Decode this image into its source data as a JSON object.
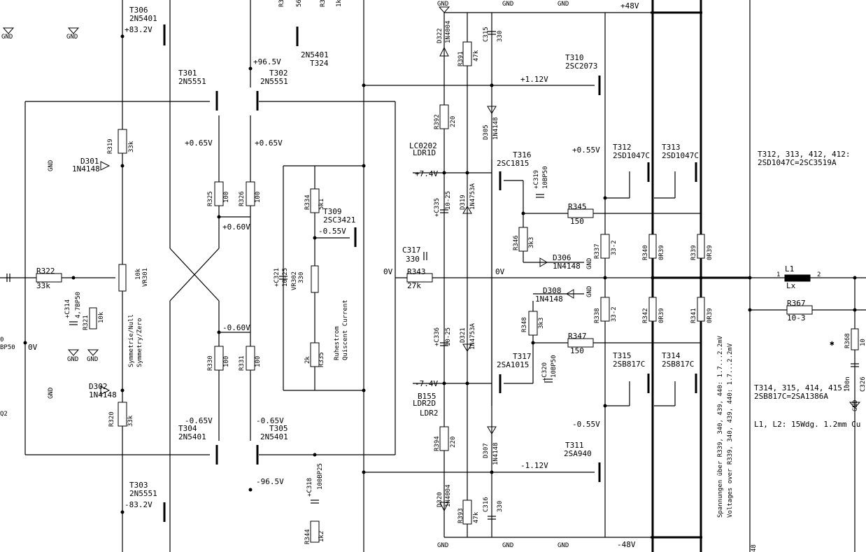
{
  "labels": {
    "gnd": "GND",
    "plus48": "+48V",
    "minus48": "-48V",
    "T306": "T306",
    "T306_type": "2N5401",
    "v_83_2p": "+83.2V",
    "T301": "T301",
    "T301_type": "2N5551",
    "T302": "T302",
    "T302_type": "2N5551",
    "T324": "T324",
    "T324_type": "2N5401",
    "v_96_5p": "+96.5V",
    "v_0_65p_a": "+0.65V",
    "v_0_65p_b": "+0.65V",
    "v_0_60p": "+0.60V",
    "R319": "R319",
    "R319_v": "33k",
    "D301": "D301",
    "D301_type": "1N4148",
    "R325": "R325",
    "R325_v": "100",
    "R326": "R326",
    "R326_v": "100",
    "R322": "R322",
    "R322_v": "33k",
    "C314": "+C314",
    "C314_v": "4,7BP50",
    "R321": "R321",
    "R321_v": "10k",
    "VR301": "10k",
    "VR301_id": "VR301",
    "sym1": "Symmetrie/Null",
    "sym2": "Symmetry/Zero",
    "BP50": "BP50",
    "v_0V": "0V",
    "D302": "D302",
    "D302_type": "1N4148",
    "R320": "R320",
    "R320_v": "33k",
    "R330": "R330",
    "R330_v": "100",
    "R331": "R331",
    "R331_v": "100",
    "v_0_60n": "-0.60V",
    "v_0_65n_a": "-0.65V",
    "v_0_65n_b": "-0.65V",
    "T304": "T304",
    "T304_type": "2N5401",
    "T305": "T305",
    "T305_type": "2N5401",
    "v_96_5n": "-96.5V",
    "T303": "T303",
    "T303_type": "2N5551",
    "v_83_2n": "-83.2V",
    "R334": "R334",
    "R334_v": "5k1",
    "T309": "T309",
    "T309_type": "2SC3421",
    "v_0_55n_a": "-0.55V",
    "C321": "+C321",
    "C321_v": "10-25",
    "VR302": "VR302",
    "VR302_v": "330",
    "R335": "R335",
    "R335_v": "2k",
    "quiet1": "Ruhestrom",
    "quiet2": "Quiscent Current",
    "C317": "C317",
    "C317_v": "330",
    "R343": "R343",
    "R343_v": "27k",
    "C318": "+C318",
    "C318_v": "100BP25",
    "R344": "R344",
    "R344_v": "1k2",
    "D322": "D322",
    "D322_type": "1N4004",
    "R391": "R391",
    "R391_v": "47k",
    "C315": "C315",
    "C315_v": "330",
    "R392": "R392",
    "R392_v": "220",
    "LC0202": "LC0202",
    "LDR1D": "LDR1D",
    "v_7_4p": "+7.4V",
    "v_7_4n": "-7.4V",
    "C335": "+C335",
    "C335_v": "10-25",
    "D319": "D319",
    "D319_type": "1N4753A",
    "C336": "+C336",
    "C336_v": "10-25",
    "D321": "D321",
    "D321_type": "1N4753A",
    "B155": "B155",
    "LDR2D": "LDR2D",
    "LDR2": "LDR2",
    "R394": "R394",
    "R394_v": "220",
    "D320": "D320",
    "D320_type": "1N4004",
    "R393": "R393",
    "R393_v": "47k",
    "C316": "C316",
    "C316_v": "330",
    "T310": "T310",
    "T310_type": "2SC2073",
    "v_1_12p": "+1.12V",
    "D305": "D305",
    "D305_type": "1N4148",
    "T316": "T316",
    "T316_type": "2SC1815",
    "C319": "+C319",
    "C319_v": "10BP50",
    "v_0_55p": "+0.55V",
    "R345": "R345",
    "R345_v": "150",
    "R346": "R346",
    "R346_v": "3k3",
    "D306": "D306",
    "D306_type": "1N4148",
    "R337": "R337",
    "R337_v": "33-2",
    "T312": "T312",
    "T312_type": "2SD1047C",
    "T313": "T313",
    "T313_type": "2SD1047C",
    "R340": "R340",
    "R340_v": "0R39",
    "R339": "R339",
    "R339_v": "0R39",
    "D308": "D308",
    "D308_type": "1N4148",
    "R348": "R348",
    "R348_v": "3k3",
    "R338": "R338",
    "R338_v": "33-2",
    "R347": "R347",
    "R347_v": "150",
    "T317": "T317",
    "T317_type": "2SA1015",
    "C320": "+C320",
    "C320_v": "10BP50",
    "T315": "T315",
    "T315_type": "2SB817C",
    "T314": "T314",
    "T314_type": "2SB817C",
    "R342": "R342",
    "R342_v": "0R39",
    "R341": "R341",
    "R341_v": "0R39",
    "D307": "D307",
    "D307_type": "1N4148",
    "v_0_55n_b": "-0.55V",
    "T311": "T311",
    "T311_type": "2SA940",
    "v_1_12n": "-1.12V",
    "note1a": "T312, 313, 412, 412:",
    "note1b": "2SD1047C=2SC3519A",
    "note2a": "T314, 315, 414, 415:",
    "note2b": "2SB817C=2SA1386A",
    "note3": "L1, L2: 15Wdg. 1.2mm Cu",
    "L1": "L1",
    "L1_v": "Lx",
    "L1_p1": "1",
    "L1_p2": "2",
    "R367": "R367",
    "R367_v": "10-3",
    "R368": "R368",
    "R368_v": "10",
    "C326": "C326",
    "C326_v": "100n",
    "span_de": "Spannungen über R339, 340, 439, 440: 1.7...2.2mV",
    "span_en": "Voltages over R339, 340, 439, 440: 1.7...2.2mV",
    "pin_48": "48",
    "frag_R3_a": "R3",
    "frag_56": "56",
    "frag_R3_b": "R3",
    "frag_1k": "1k",
    "frag_0": "0",
    "frag_q2": "Q2"
  }
}
